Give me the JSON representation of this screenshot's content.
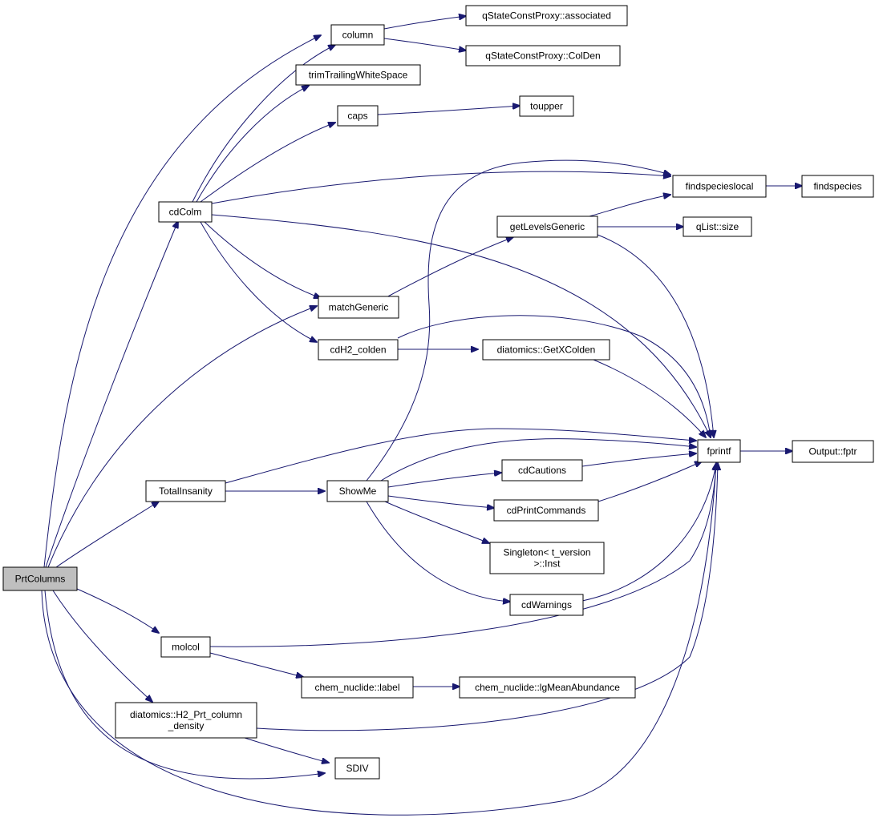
{
  "graph": {
    "root": "PrtColumns",
    "nodes": [
      {
        "id": "PrtColumns",
        "lines": [
          "PrtColumns"
        ],
        "root": true
      },
      {
        "id": "column",
        "lines": [
          "column"
        ]
      },
      {
        "id": "qscp_associated",
        "lines": [
          "qStateConstProxy::associated"
        ]
      },
      {
        "id": "qscp_colden",
        "lines": [
          "qStateConstProxy::ColDen"
        ]
      },
      {
        "id": "trimTrailingWhiteSpace",
        "lines": [
          "trimTrailingWhiteSpace"
        ]
      },
      {
        "id": "caps",
        "lines": [
          "caps"
        ]
      },
      {
        "id": "toupper",
        "lines": [
          "toupper"
        ]
      },
      {
        "id": "findspecieslocal",
        "lines": [
          "findspecieslocal"
        ]
      },
      {
        "id": "findspecies",
        "lines": [
          "findspecies"
        ]
      },
      {
        "id": "cdColm",
        "lines": [
          "cdColm"
        ]
      },
      {
        "id": "getLevelsGeneric",
        "lines": [
          "getLevelsGeneric"
        ]
      },
      {
        "id": "qlist_size",
        "lines": [
          "qList::size"
        ]
      },
      {
        "id": "matchGeneric",
        "lines": [
          "matchGeneric"
        ]
      },
      {
        "id": "cdH2_colden",
        "lines": [
          "cdH2_colden"
        ]
      },
      {
        "id": "getxcolden",
        "lines": [
          "diatomics::GetXColden"
        ]
      },
      {
        "id": "fprintf",
        "lines": [
          "fprintf"
        ]
      },
      {
        "id": "output_fptr",
        "lines": [
          "Output::fptr"
        ]
      },
      {
        "id": "TotalInsanity",
        "lines": [
          "TotalInsanity"
        ]
      },
      {
        "id": "ShowMe",
        "lines": [
          "ShowMe"
        ]
      },
      {
        "id": "cdCautions",
        "lines": [
          "cdCautions"
        ]
      },
      {
        "id": "cdPrintCommands",
        "lines": [
          "cdPrintCommands"
        ]
      },
      {
        "id": "singleton",
        "lines": [
          "Singleton< t_version",
          ">::Inst"
        ]
      },
      {
        "id": "cdWarnings",
        "lines": [
          "cdWarnings"
        ]
      },
      {
        "id": "molcol",
        "lines": [
          "molcol"
        ]
      },
      {
        "id": "chem_label",
        "lines": [
          "chem_nuclide::label"
        ]
      },
      {
        "id": "chem_lgmean",
        "lines": [
          "chem_nuclide::lgMeanAbundance"
        ]
      },
      {
        "id": "h2_prt",
        "lines": [
          "diatomics::H2_Prt_column",
          "_density"
        ]
      },
      {
        "id": "SDIV",
        "lines": [
          "SDIV"
        ]
      }
    ]
  }
}
